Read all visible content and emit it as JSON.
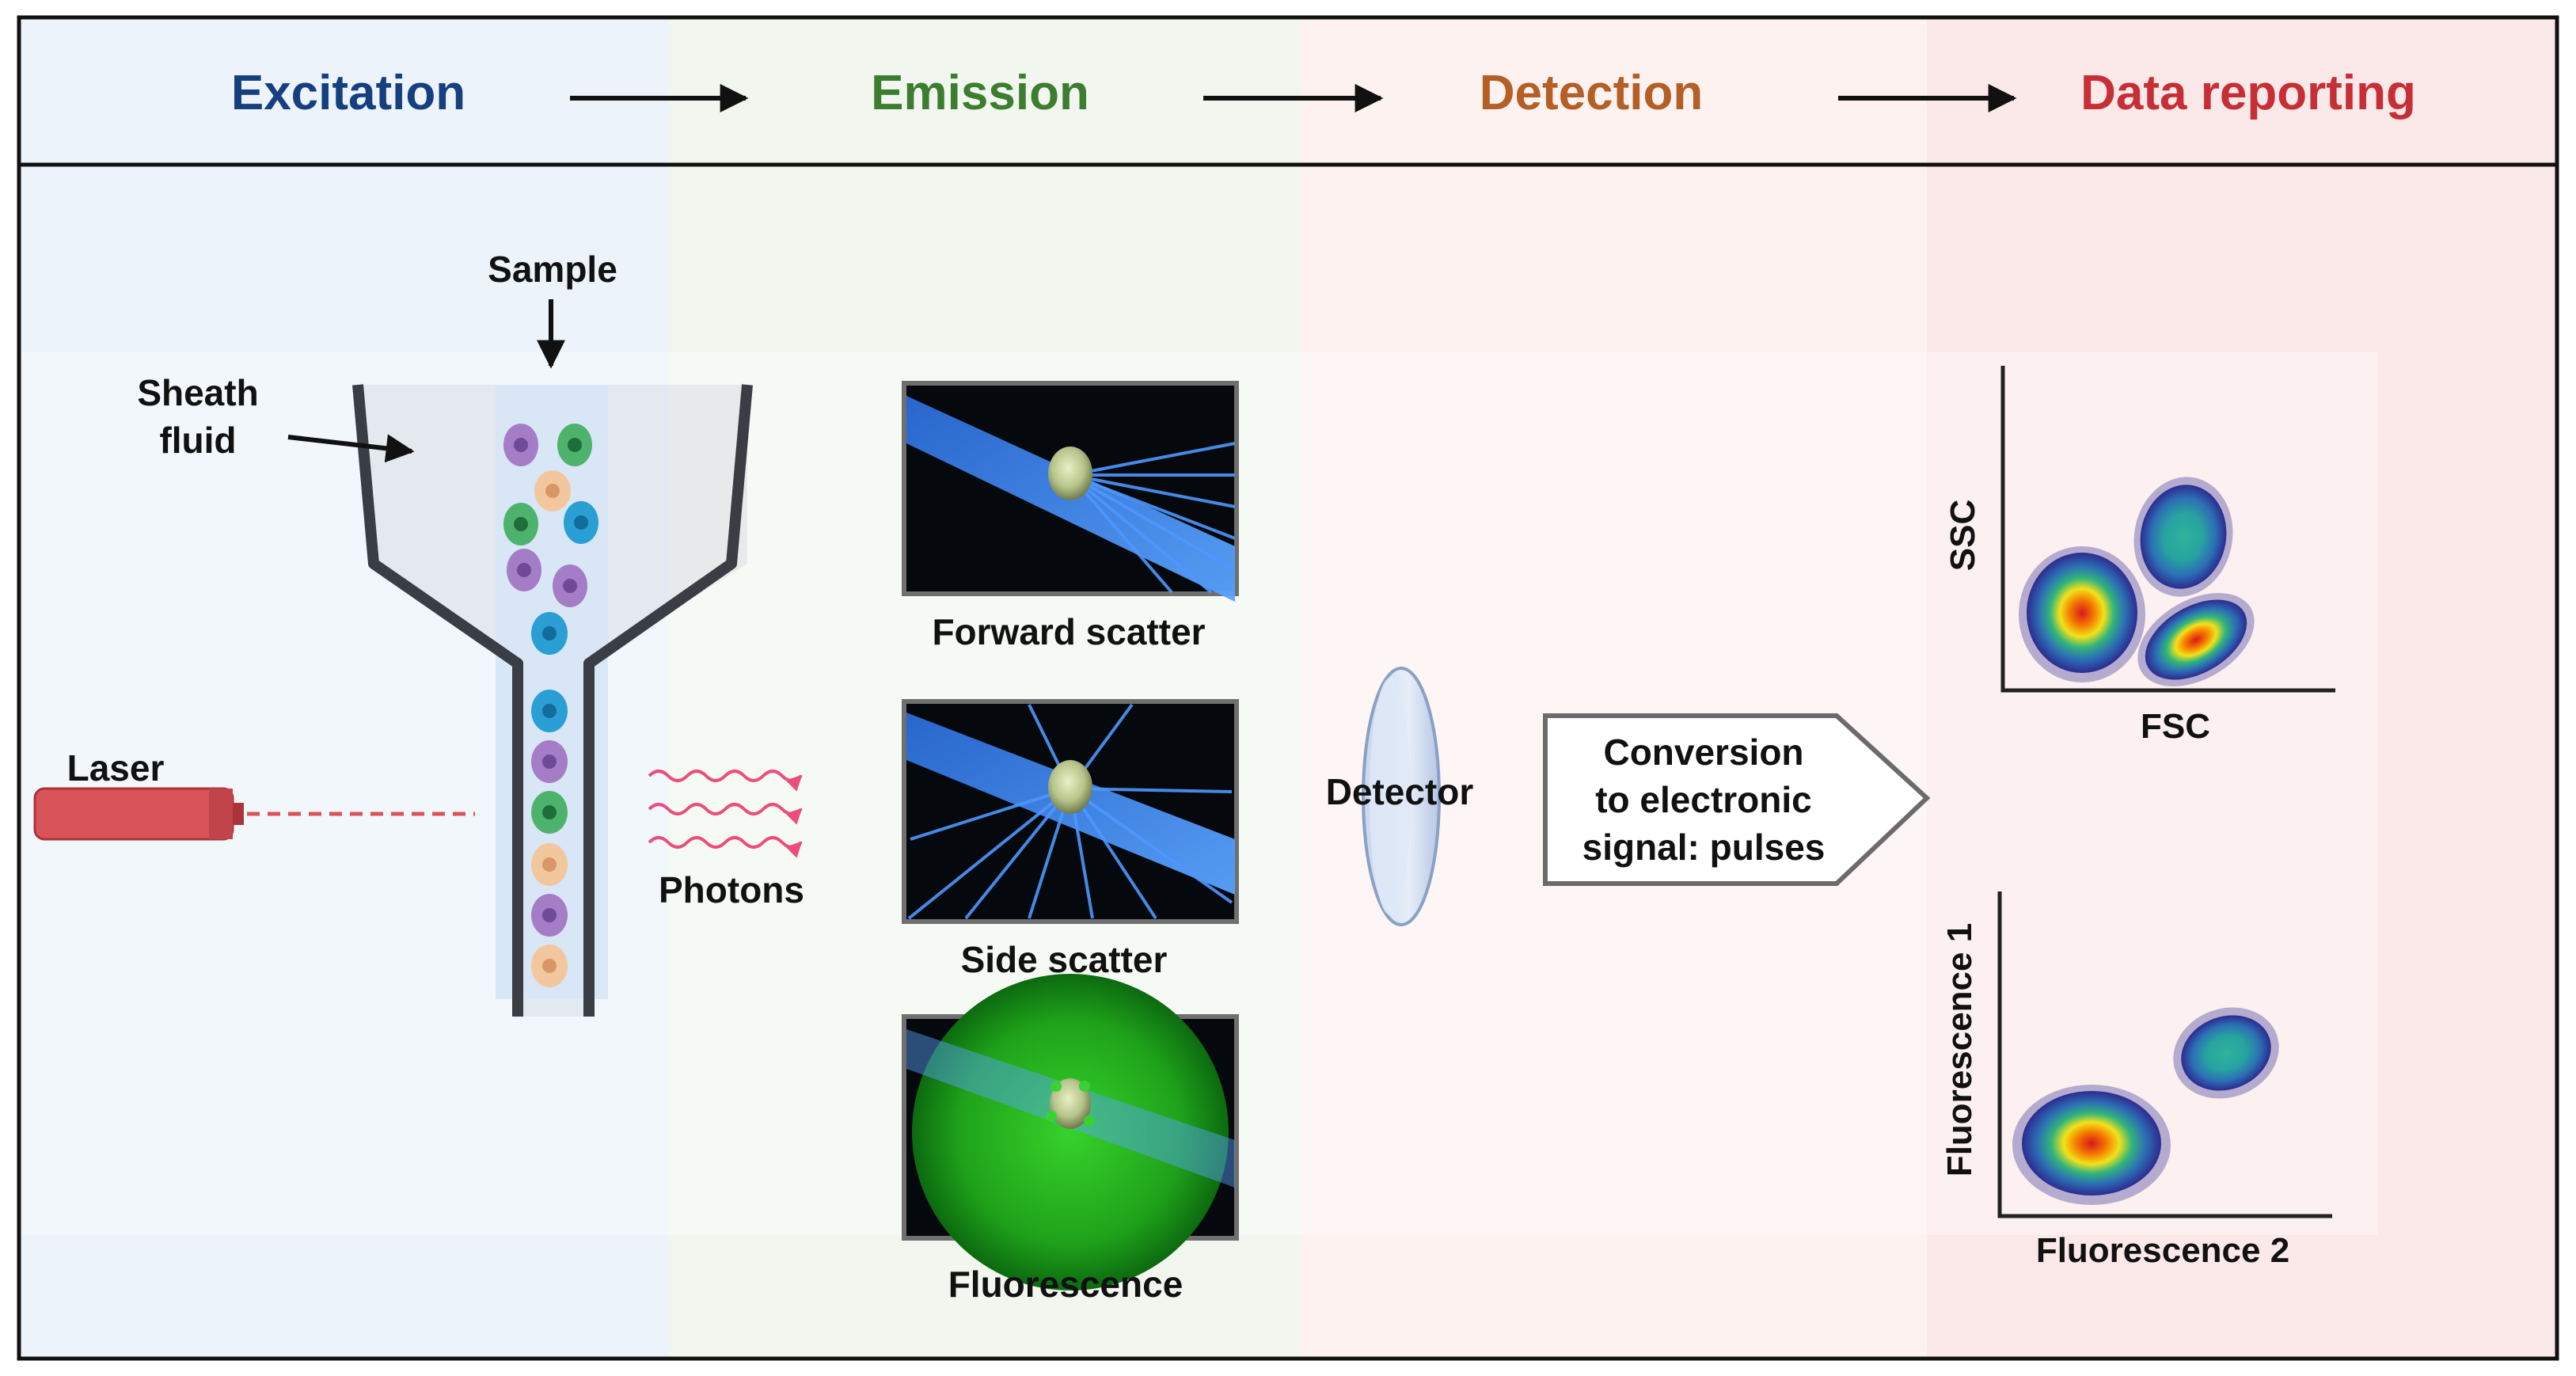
{
  "header": {
    "stages": [
      {
        "label": "Excitation",
        "color": "#163f7f"
      },
      {
        "label": "Emission",
        "color": "#3d7d2f"
      },
      {
        "label": "Detection",
        "color": "#b35f26"
      },
      {
        "label": "Data reporting",
        "color": "#c62f36"
      }
    ]
  },
  "excitation": {
    "sample_label": "Sample",
    "sheath_label_line1": "Sheath",
    "sheath_label_line2": "fluid",
    "laser_label": "Laser"
  },
  "emission": {
    "photons_label": "Photons",
    "panels": [
      {
        "caption": "Forward scatter"
      },
      {
        "caption": "Side scatter"
      },
      {
        "caption": "Fluorescence"
      }
    ]
  },
  "detection": {
    "detector_label": "Detector",
    "conversion_line1": "Conversion",
    "conversion_line2": "to electronic",
    "conversion_line3": "signal: pulses"
  },
  "reporting": {
    "plot1": {
      "xlabel": "FSC",
      "ylabel": "SSC"
    },
    "plot2": {
      "xlabel": "Fluorescence 2",
      "ylabel": "Fluorescence 1"
    }
  },
  "colors": {
    "excitation_bg": "#ecf3fa",
    "emission_bg": "#f1f7ef",
    "detection_bg": "#fdf2ef",
    "reporting_bg": "#fbe8e9",
    "laser": "#d9545a",
    "photon_waves": "#ec4d7c"
  }
}
